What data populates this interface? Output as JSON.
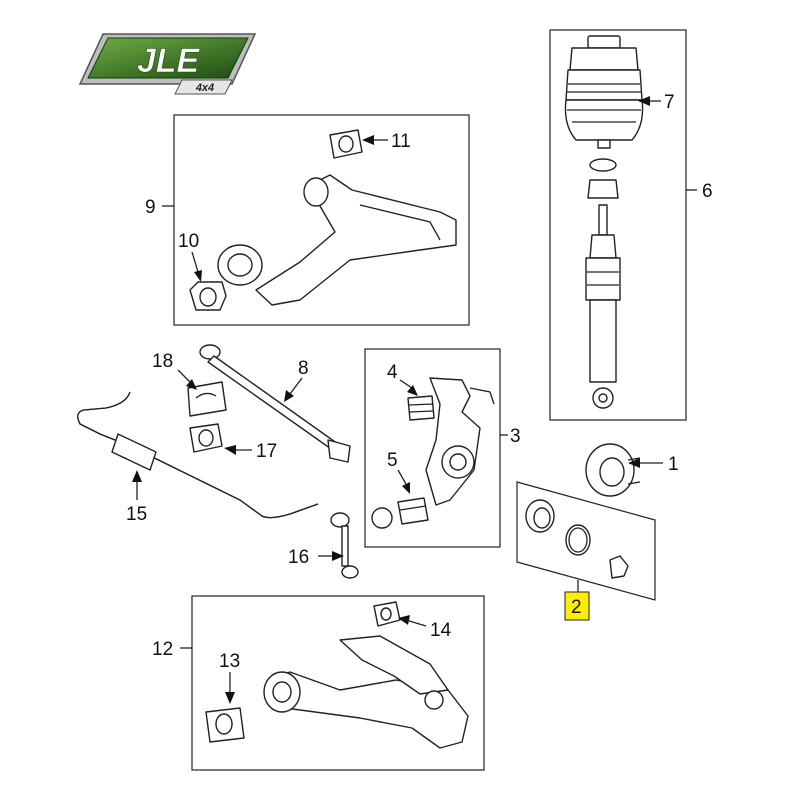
{
  "logo": {
    "brand": "JLE",
    "sub": "4x4",
    "colors": {
      "green_dark": "#1f4d14",
      "green_light": "#5f9a3a",
      "silver": "#c9c9c9"
    }
  },
  "highlight_color": "#ffee00",
  "callouts": {
    "c1": "1",
    "c2": "2",
    "c3": "3",
    "c4": "4",
    "c5": "5",
    "c6": "6",
    "c7": "7",
    "c8": "8",
    "c9": "9",
    "c10": "10",
    "c11": "11",
    "c12": "12",
    "c13": "13",
    "c14": "14",
    "c15": "15",
    "c16": "16",
    "c17": "17",
    "c18": "18"
  },
  "highlighted_callout": "c2"
}
